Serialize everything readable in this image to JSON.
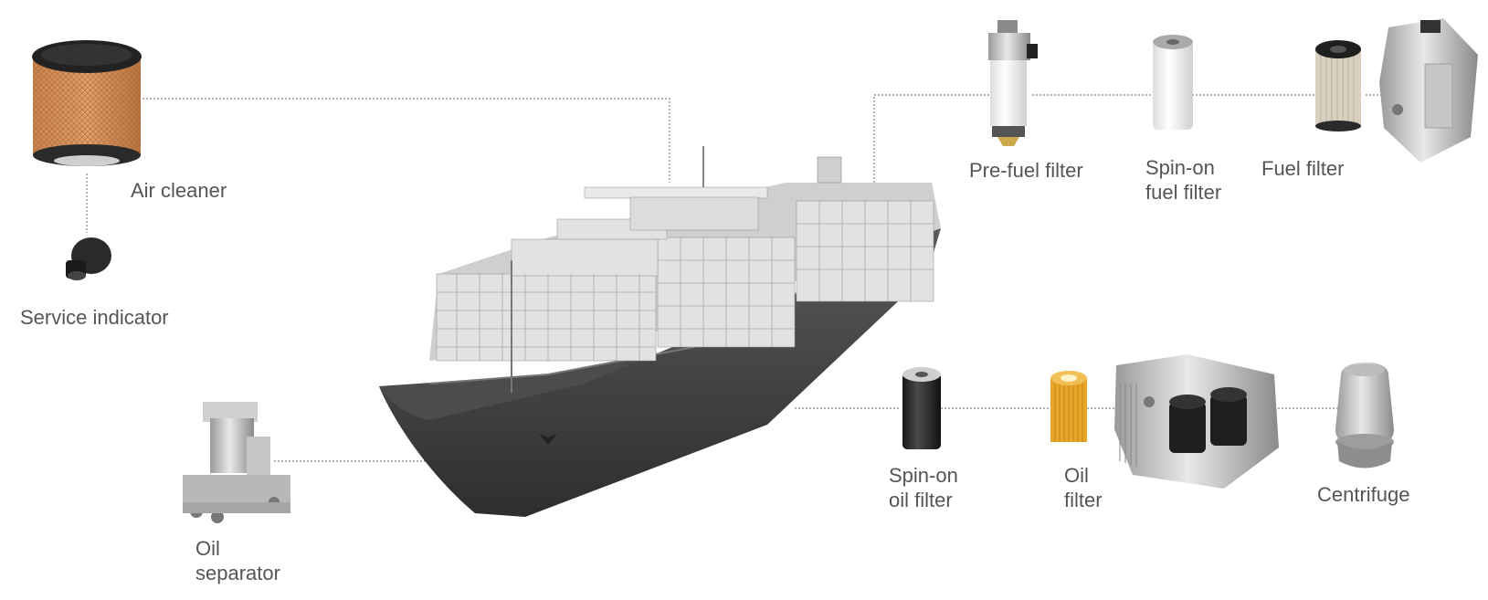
{
  "labels": {
    "air_cleaner": "Air cleaner",
    "service_indicator": "Service indicator",
    "oil_separator": [
      "Oil",
      "separator"
    ],
    "pre_fuel_filter": "Pre-fuel filter",
    "spin_on_fuel_filter": [
      "Spin-on",
      "fuel filter"
    ],
    "fuel_filter": "Fuel filter",
    "spin_on_oil_filter": [
      "Spin-on",
      "oil filter"
    ],
    "oil_filter": [
      "Oil",
      "filter"
    ],
    "centrifuge": "Centrifuge"
  },
  "colors": {
    "label_text": "#555555",
    "connector": "#666666",
    "air_cleaner_media": "#d9905a",
    "oil_filter_media": "#e7a52a",
    "ship_hull": "#3f3f3f",
    "containers": "#d8d8d8"
  },
  "icons": [
    "air-cleaner-icon",
    "service-indicator-icon",
    "oil-separator-icon",
    "ship-icon",
    "pre-fuel-filter-icon",
    "spin-on-fuel-filter-icon",
    "fuel-filter-icon",
    "fuel-module-icon",
    "spin-on-oil-filter-icon",
    "oil-filter-icon",
    "oil-module-icon",
    "centrifuge-icon"
  ]
}
